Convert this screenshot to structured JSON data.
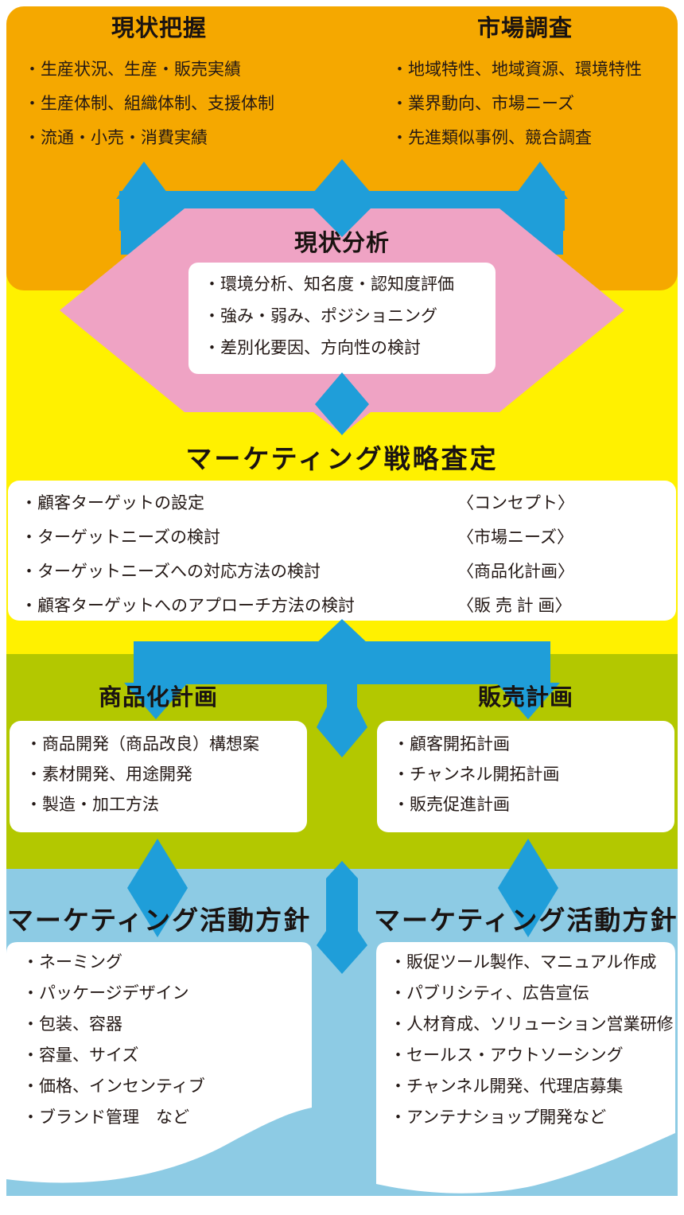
{
  "diagram": {
    "current_state": {
      "title": "現状把握",
      "items": [
        "・生産状況、生産・販売実績",
        "・生産体制、組織体制、支援体制",
        "・流通・小売・消費実績"
      ]
    },
    "market_research": {
      "title": "市場調査",
      "items": [
        "・地域特性、地域資源、環境特性",
        "・業界動向、市場ニーズ",
        "・先進類似事例、競合調査"
      ]
    },
    "analysis": {
      "title": "現状分析",
      "items": [
        "・環境分析、知名度・認知度評価",
        "・強み・弱み、ポジショニング",
        "・差別化要因、方向性の検討"
      ]
    },
    "strategy": {
      "title": "マーケティング戦略査定",
      "rows": [
        {
          "item": "・顧客ターゲットの設定",
          "tag": "〈コンセプト〉"
        },
        {
          "item": "・ターゲットニーズの検討",
          "tag": "〈市場ニーズ〉"
        },
        {
          "item": "・ターゲットニーズへの対応方法の検討",
          "tag": "〈商品化計画〉"
        },
        {
          "item": "・顧客ターゲットへのアプローチ方法の検討",
          "tag": "〈販 売 計 画〉"
        }
      ]
    },
    "product_plan": {
      "title": "商品化計画",
      "items": [
        "・商品開発（商品改良）構想案",
        "・素材開発、用途開発",
        "・製造・加工方法"
      ]
    },
    "sales_plan": {
      "title": "販売計画",
      "items": [
        "・顧客開拓計画",
        "・チャンネル開拓計画",
        "・販売促進計画"
      ]
    },
    "activity_left": {
      "title": "マーケティング活動方針",
      "items": [
        "・ネーミング",
        "・パッケージデザイン",
        "・包装、容器",
        "・容量、サイズ",
        "・価格、インセンティブ",
        "・ブランド管理　など"
      ]
    },
    "activity_right": {
      "title": "マーケティング活動方針",
      "items": [
        "・販促ツール製作、マニュアル作成",
        "・パブリシティ、広告宣伝",
        "・人材育成、ソリューション営業研修",
        "・セールス・アウトソーシング",
        "・チャンネル開発、代理店募集",
        "・アンテナショップ開発など"
      ]
    },
    "colors": {
      "orange_section": "#F5A800",
      "yellow_section": "#FFF100",
      "green_section": "#B3C800",
      "blue_section": "#8DCBE4",
      "arrow_blue": "#1F9ED9",
      "analysis_pink": "#EFA3C4",
      "content_box": "#FFFFFF",
      "text": "#231815"
    }
  }
}
